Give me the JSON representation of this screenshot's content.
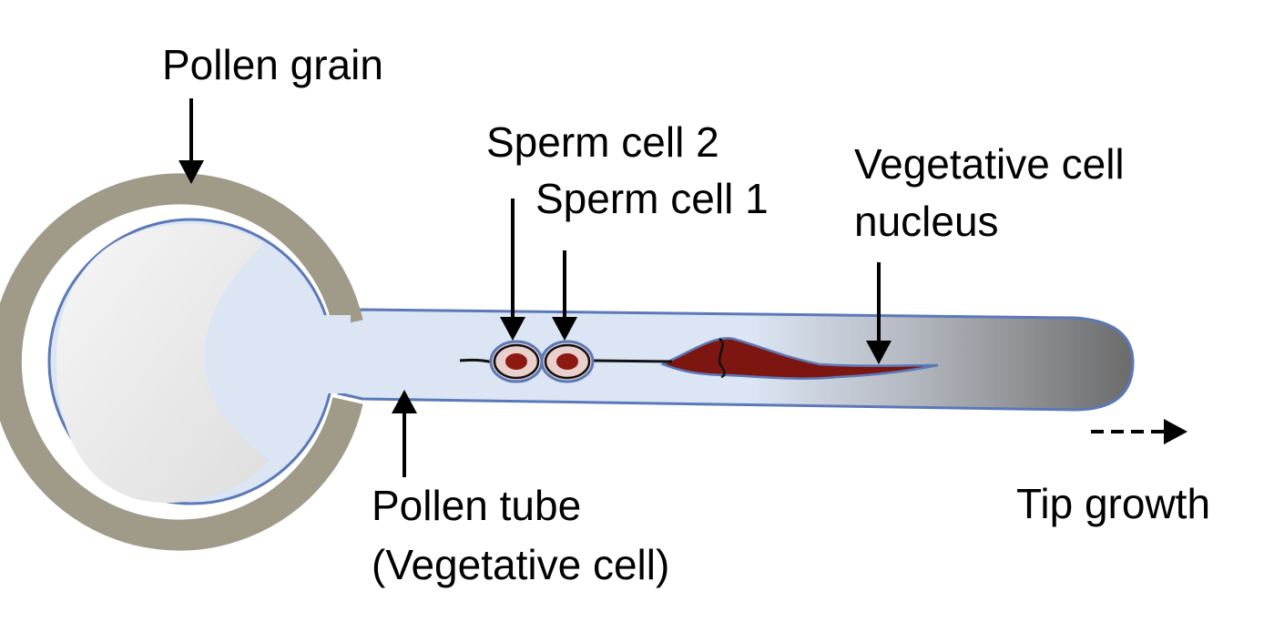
{
  "labels": {
    "pollen_grain": "Pollen grain",
    "sperm_cell_2": "Sperm cell 2",
    "sperm_cell_1": "Sperm cell 1",
    "vegetative_nucleus_line1": "Vegetative cell",
    "vegetative_nucleus_line2": "nucleus",
    "pollen_tube_line1": "Pollen tube",
    "pollen_tube_line2": "(Vegetative cell)",
    "tip_growth": "Tip growth"
  },
  "colors": {
    "wall": "#a09b88",
    "membrane": "#5b78b8",
    "cytoplasm": "#dbe5f3",
    "vacuole": "#e9e9e9",
    "sperm_outer": "#ead0cc",
    "sperm_nucleus": "#8c1a12",
    "veg_nucleus": "#7d1610",
    "tip_dark": "#6b6b6b"
  }
}
